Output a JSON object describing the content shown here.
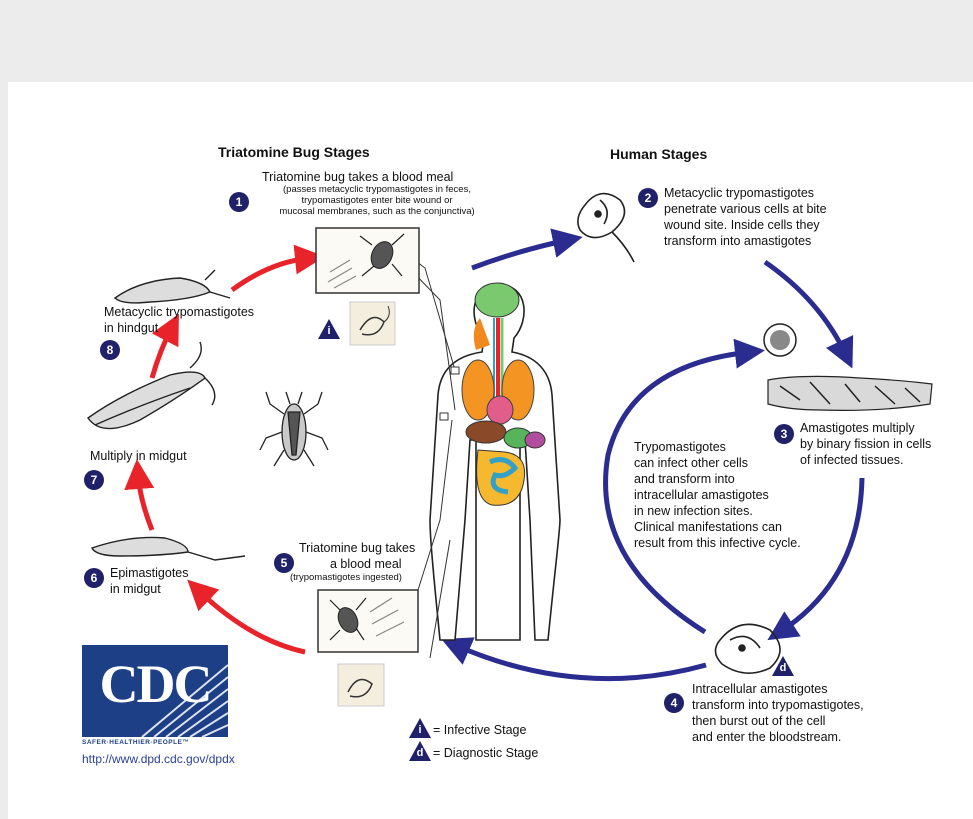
{
  "headings": {
    "bug": "Triatomine Bug Stages",
    "human": "Human Stages"
  },
  "steps": {
    "s1": {
      "num": "1",
      "title": "Triatomine bug takes a blood meal",
      "detail_l1": "(passes metacyclic trypomastigotes in feces,",
      "detail_l2": "trypomastigotes enter bite wound or",
      "detail_l3": "mucosal membranes, such as the conjunctiva)"
    },
    "s2": {
      "num": "2",
      "l1": "Metacyclic trypomastigotes",
      "l2": "penetrate various cells at bite",
      "l3": "wound site.  Inside cells they",
      "l4": "transform into amastigotes"
    },
    "s3": {
      "num": "3",
      "l1": "Amastigotes multiply",
      "l2": "by binary fission in cells",
      "l3": "of infected tissues."
    },
    "s4": {
      "num": "4",
      "l1": "Intracellular amastigotes",
      "l2": "transform into trypomastigotes,",
      "l3": "then burst out of the cell",
      "l4": "and enter the bloodstream."
    },
    "s5": {
      "num": "5",
      "l1": "Triatomine bug takes",
      "l2": "a blood meal",
      "l3": "(trypomastigotes ingested)"
    },
    "s6": {
      "num": "6",
      "l1": "Epimastigotes",
      "l2": "in midgut"
    },
    "s7": {
      "num": "7",
      "l1": "Multiply in midgut"
    },
    "s8": {
      "num": "8",
      "l1": "Metacyclic trypomastigotes",
      "l2": "in hindgut"
    }
  },
  "center_note": {
    "l1": "Trypomastigotes",
    "l2": "can infect other cells",
    "l3": "and transform into",
    "l4": "intracellular amastigotes",
    "l5": "in new infection sites.",
    "l6": "Clinical manifestations can",
    "l7": "result from this infective cycle."
  },
  "legend": {
    "infective_symbol": "i",
    "infective_label": "= Infective Stage",
    "diagnostic_symbol": "d",
    "diagnostic_label": "= Diagnostic Stage"
  },
  "markers": {
    "bite_infective": "i",
    "cell_diagnostic": "d"
  },
  "logo": {
    "text": "CDC",
    "tagline": "SAFER·HEALTHIER·PEOPLE™"
  },
  "url": "http://www.dpd.cdc.gov/dpdx",
  "colors": {
    "human_arrow": "#2a2d8f",
    "bug_arrow": "#e8232a",
    "marker": "#1f2169",
    "logo": "#1c3f86"
  }
}
